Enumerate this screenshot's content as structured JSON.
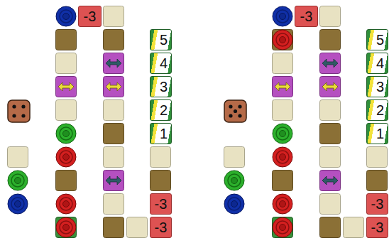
{
  "diagram": {
    "nodes": [
      {
        "text": [
          "-3"
        ]
      },
      {
        "text": [
          "5"
        ]
      },
      {
        "text": [
          "4"
        ]
      },
      {
        "text": [
          "3"
        ]
      },
      {
        "text": [
          "2"
        ]
      },
      {
        "text": [
          "1"
        ]
      },
      {
        "text": [
          "-3"
        ]
      },
      {
        "text": [
          "-3"
        ]
      },
      {
        "text": [
          "-3"
        ]
      },
      {
        "text": [
          "5"
        ]
      },
      {
        "text": [
          "4"
        ]
      },
      {
        "text": [
          "3"
        ]
      },
      {
        "text": [
          "2"
        ]
      },
      {
        "text": [
          "1"
        ]
      },
      {
        "text": [
          "-3"
        ]
      },
      {
        "text": [
          "-3"
        ]
      }
    ]
  }
}
